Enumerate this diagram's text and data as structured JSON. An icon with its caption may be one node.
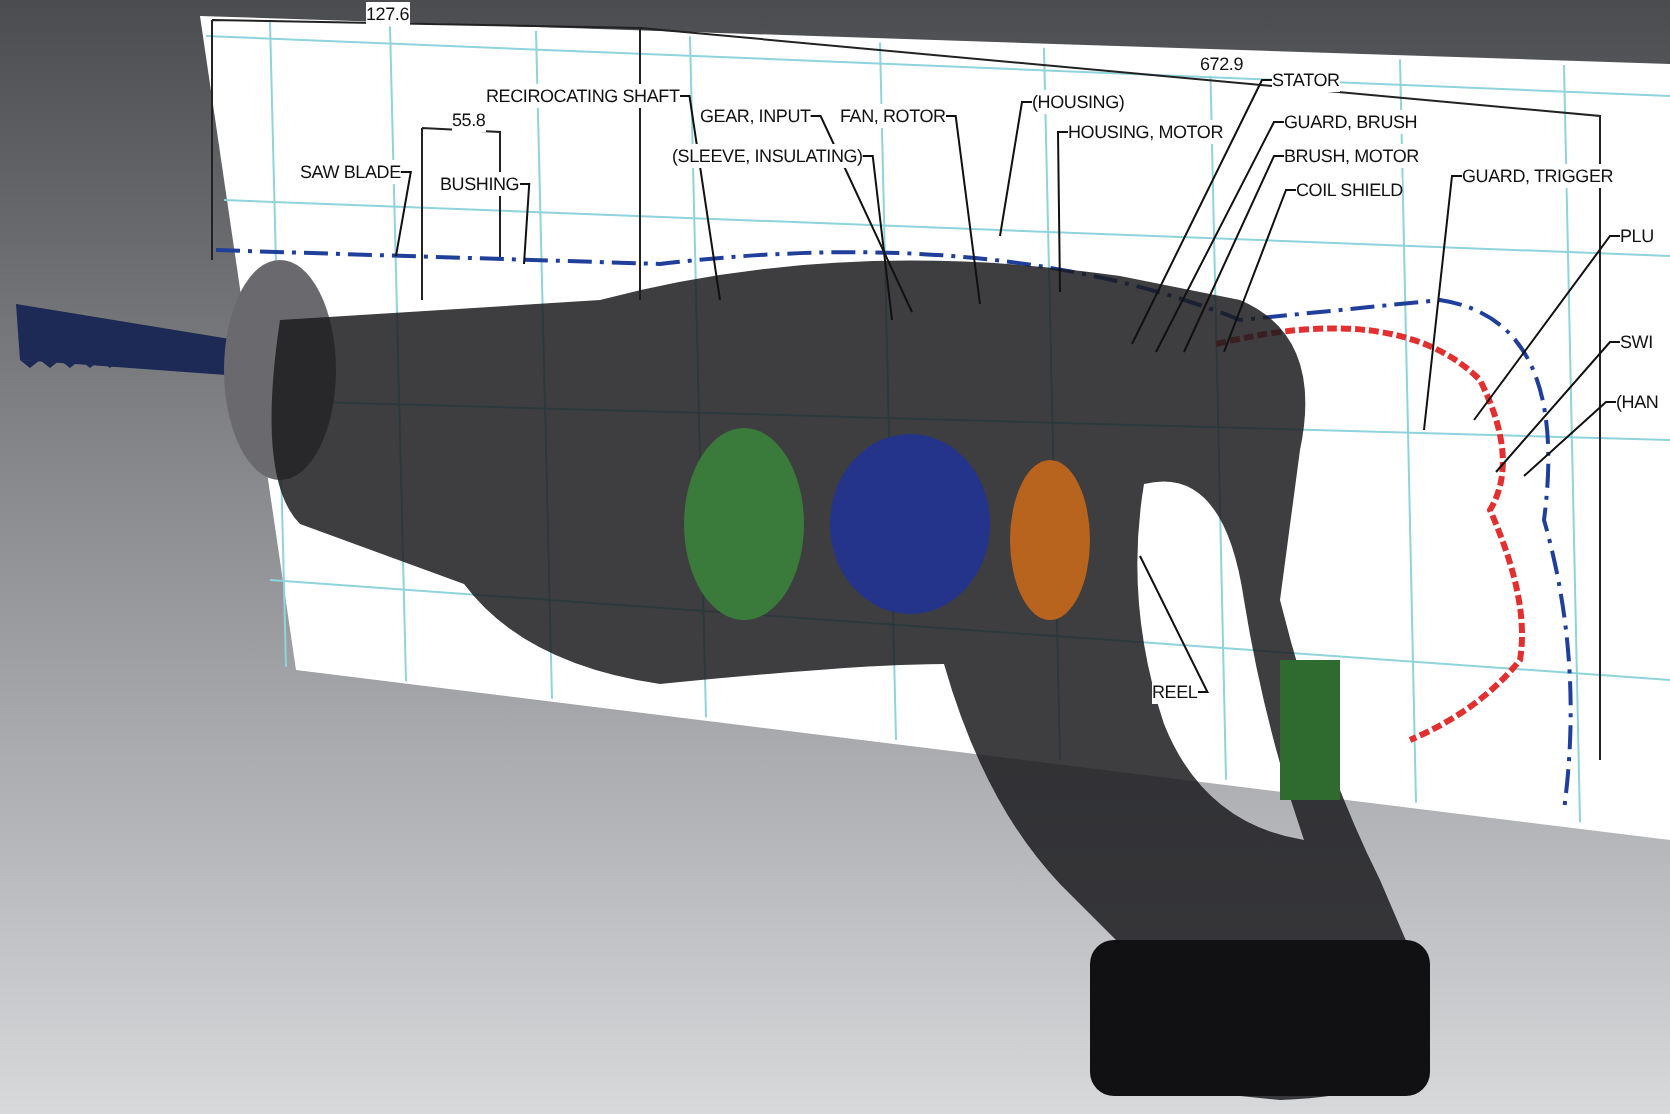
{
  "diagram": {
    "nodes": [
      {
        "text": [
          "SAW BLADE"
        ]
      },
      {
        "text": [
          "BUSHING"
        ]
      },
      {
        "text": [
          "RECIROCATING SHAFT"
        ]
      },
      {
        "text": [
          "(SLEEVE, INSULATING)"
        ]
      },
      {
        "text": [
          "GEAR, INPUT"
        ]
      },
      {
        "text": [
          "FAN, ROTOR"
        ]
      },
      {
        "text": [
          "(HOUSING)"
        ]
      },
      {
        "text": [
          "HOUSING, MOTOR"
        ]
      },
      {
        "text": [
          "STATOR"
        ]
      },
      {
        "text": [
          "GUARD, BRUSH"
        ]
      },
      {
        "text": [
          "BRUSH, MOTOR"
        ]
      },
      {
        "text": [
          "COIL SHIELD"
        ]
      },
      {
        "text": [
          "GUARD, TRIGGER"
        ]
      },
      {
        "text": [
          "PLU"
        ]
      },
      {
        "text": [
          "SWI"
        ]
      },
      {
        "text": [
          "(HAN"
        ]
      },
      {
        "text": [
          "REEL"
        ]
      }
    ],
    "edges": [
      {
        "from": 0,
        "to": null,
        "arrow": "none"
      },
      {
        "from": 1,
        "to": null,
        "arrow": "none"
      },
      {
        "from": 2,
        "to": null,
        "arrow": "none"
      },
      {
        "from": 3,
        "to": null,
        "arrow": "none"
      },
      {
        "from": 4,
        "to": null,
        "arrow": "none"
      },
      {
        "from": 5,
        "to": null,
        "arrow": "none"
      },
      {
        "from": 6,
        "to": null,
        "arrow": "none"
      },
      {
        "from": 7,
        "to": null,
        "arrow": "none"
      },
      {
        "from": 8,
        "to": null,
        "arrow": "none"
      },
      {
        "from": 9,
        "to": null,
        "arrow": "none"
      },
      {
        "from": 10,
        "to": null,
        "arrow": "none"
      },
      {
        "from": 11,
        "to": null,
        "arrow": "none"
      },
      {
        "from": 12,
        "to": null,
        "arrow": "none"
      },
      {
        "from": 13,
        "to": null,
        "arrow": "none"
      },
      {
        "from": 14,
        "to": null,
        "arrow": "none"
      },
      {
        "from": 15,
        "to": null,
        "arrow": "none"
      },
      {
        "from": 16,
        "to": null,
        "arrow": "none"
      }
    ],
    "labels": [
      "127.6",
      "672.9",
      "55.8"
    ]
  }
}
